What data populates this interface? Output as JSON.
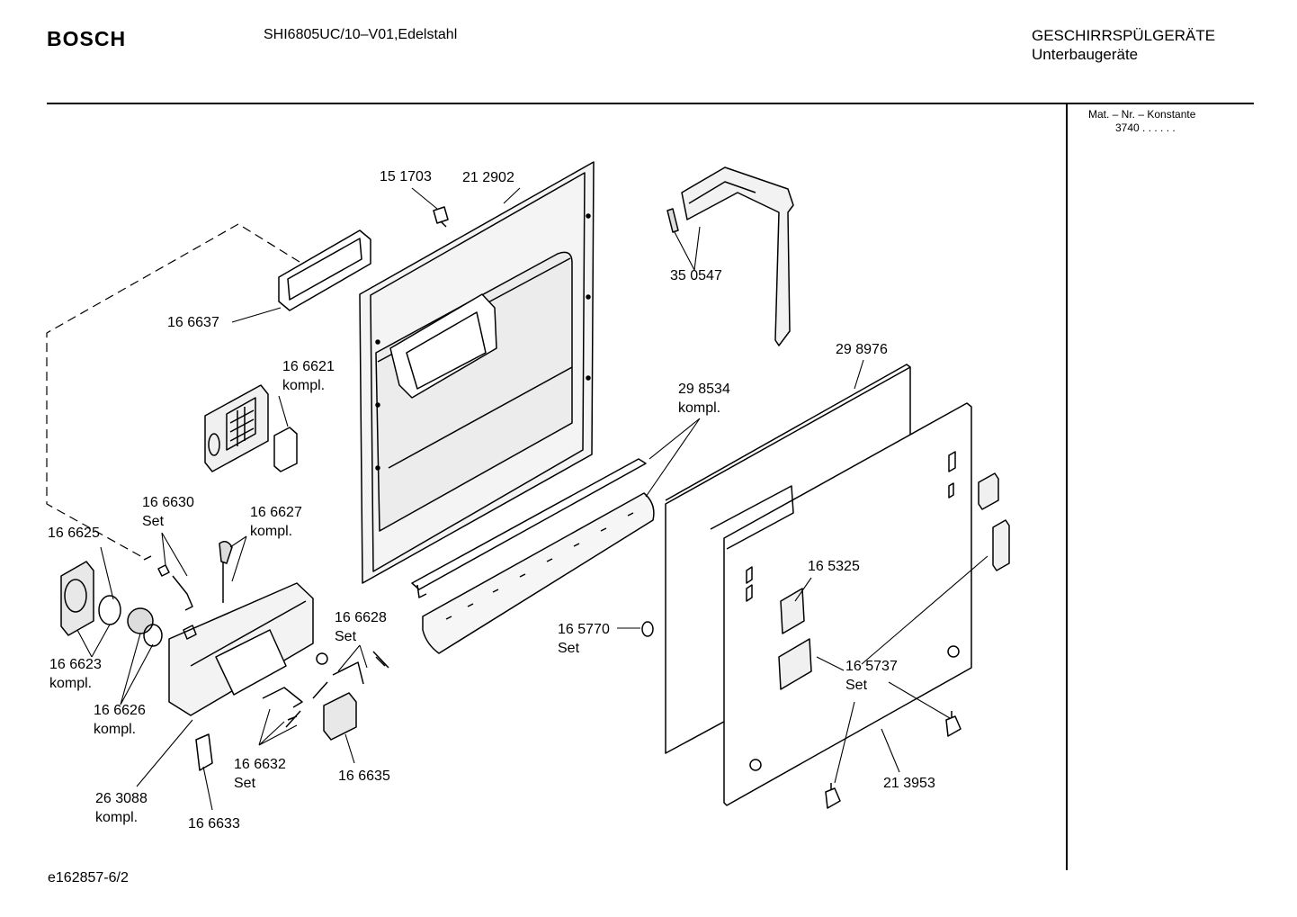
{
  "header": {
    "brand": "BOSCH",
    "model": "SHI6805UC/10–V01,Edelstahl",
    "category_line1": "GESCHIRRSPÜLGERÄTE",
    "category_line2": "Unterbaugeräte"
  },
  "sidebar": {
    "line1": "Mat. – Nr. – Konstante",
    "line2": "3740 . .  . . . ."
  },
  "footer": {
    "code": "e162857-6/2"
  },
  "labels": {
    "p151703": "15 1703",
    "p212902": "21 2902",
    "p350547": "35 0547",
    "p166637": "16 6637",
    "p166621": "16 6621",
    "p166621_sub": "kompl.",
    "p298976": "29 8976",
    "p298534": "29 8534",
    "p298534_sub": "kompl.",
    "p166630": "16 6630",
    "p166630_sub": "Set",
    "p166627": "16 6627",
    "p166627_sub": "kompl.",
    "p166625": "16 6625",
    "p165325": "16 5325",
    "p166628": "16 6628",
    "p166628_sub": "Set",
    "p165770": "16 5770",
    "p165770_sub": "Set",
    "p166623": "16 6623",
    "p166623_sub": "kompl.",
    "p165737": "16 5737",
    "p165737_sub": "Set",
    "p166626": "16 6626",
    "p166626_sub": "kompl.",
    "p166632": "16 6632",
    "p166632_sub": "Set",
    "p166635": "16 6635",
    "p213953": "21 3953",
    "p263088": "26 3088",
    "p263088_sub": "kompl.",
    "p166633": "16 6633"
  }
}
